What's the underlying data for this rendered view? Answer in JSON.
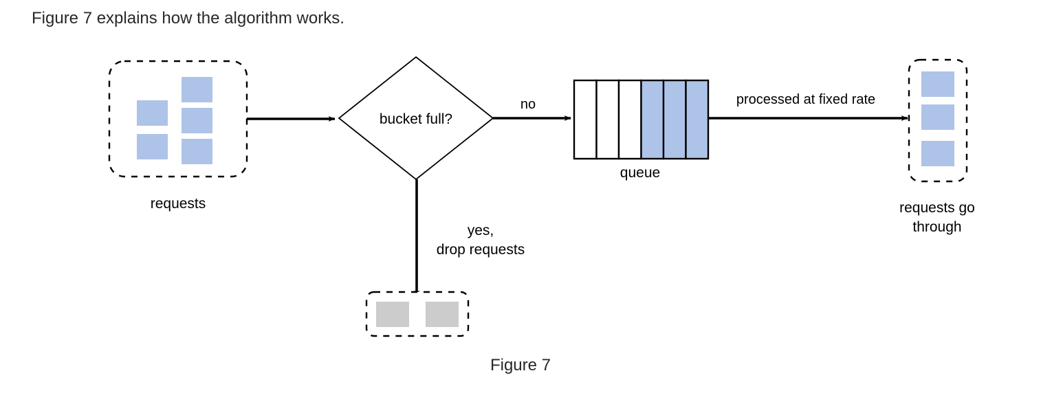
{
  "page": {
    "intro_text": "Figure 7 explains how the algorithm works.",
    "figure_caption": "Figure 7"
  },
  "colors": {
    "request_blue": "#aec3e8",
    "dropped_gray": "#cccccc",
    "stroke": "#000000",
    "text": "#26282b",
    "background": "#ffffff"
  },
  "diagram": {
    "type": "flowchart",
    "title": "Figure 7",
    "nodes": {
      "incoming_requests": {
        "label": "requests",
        "shape": "dashed-rounded-rectangle",
        "item_count": 5,
        "item_color": "#aec3e8"
      },
      "decision": {
        "label": "bucket full?",
        "shape": "diamond"
      },
      "queue": {
        "label": "queue",
        "shape": "cell-row",
        "total_cells": 6,
        "filled_cells": 3,
        "empty_cells": 3,
        "filled_color": "#aec3e8",
        "empty_color": "#ffffff"
      },
      "dropped": {
        "label": "",
        "shape": "dashed-rounded-rectangle",
        "item_count": 2,
        "item_color": "#cccccc"
      },
      "output": {
        "label": "requests go\nthrough",
        "label_line_1": "requests go",
        "label_line_2": "through",
        "shape": "dashed-rounded-rectangle",
        "item_count": 3,
        "item_color": "#aec3e8"
      }
    },
    "edges": [
      {
        "id": "requests-to-decision",
        "from": "incoming_requests",
        "to": "decision",
        "label": "",
        "direction": "right"
      },
      {
        "id": "decision-no-to-queue",
        "from": "decision",
        "to": "queue",
        "label": "no",
        "direction": "right"
      },
      {
        "id": "decision-yes-to-dropped",
        "from": "decision",
        "to": "dropped",
        "label_line_1": "yes,",
        "label_line_2": "drop requests",
        "direction": "down"
      },
      {
        "id": "queue-to-output",
        "from": "queue",
        "to": "output",
        "label": "processed at fixed rate",
        "direction": "right"
      }
    ]
  }
}
